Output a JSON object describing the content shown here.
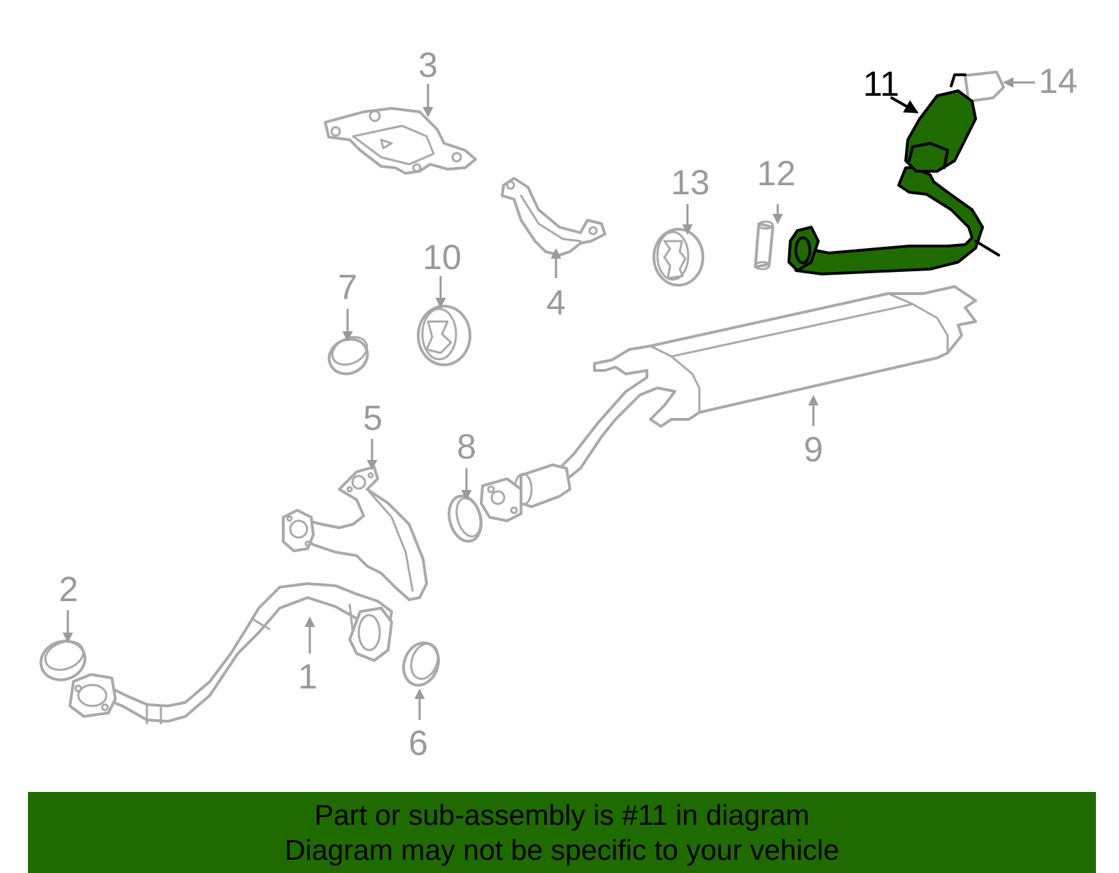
{
  "diagram": {
    "highlight_color": "#1f6b00",
    "part_color": "#a9a9a9",
    "callouts": [
      {
        "id": "1",
        "label": "1"
      },
      {
        "id": "2",
        "label": "2"
      },
      {
        "id": "3",
        "label": "3"
      },
      {
        "id": "4",
        "label": "4"
      },
      {
        "id": "5",
        "label": "5"
      },
      {
        "id": "6",
        "label": "6"
      },
      {
        "id": "7",
        "label": "7"
      },
      {
        "id": "8",
        "label": "8"
      },
      {
        "id": "9",
        "label": "9"
      },
      {
        "id": "10",
        "label": "10"
      },
      {
        "id": "11",
        "label": "11",
        "highlighted": true
      },
      {
        "id": "12",
        "label": "12"
      },
      {
        "id": "13",
        "label": "13"
      },
      {
        "id": "14",
        "label": "14"
      }
    ]
  },
  "banner": {
    "line1": "Part or sub-assembly is #11 in diagram",
    "line2": "Diagram may not be specific to your vehicle"
  }
}
